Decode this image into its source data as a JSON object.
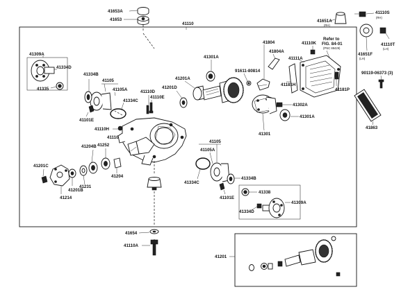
{
  "diagram": {
    "main_assembly_label": "41110",
    "main_assembly_flange_label": "41201",
    "refer_note": {
      "line1": "Refer to",
      "line2": "FIG. 84-01",
      "line3": "(PNC 88429)"
    },
    "parts": [
      {
        "id": "41653A",
        "label": "41653A"
      },
      {
        "id": "41653",
        "label": "41653"
      },
      {
        "id": "41651A",
        "label": "41651A",
        "sub": "(RH)"
      },
      {
        "id": "41110S",
        "label": "41110S",
        "sub": "(RH)"
      },
      {
        "id": "41110T",
        "label": "41110T",
        "sub": "(LH)"
      },
      {
        "id": "41651F",
        "label": "41651F",
        "sub": "(LH)"
      },
      {
        "id": "90119-06373",
        "label": "90119-06373 (3)"
      },
      {
        "id": "41863",
        "label": "41863"
      },
      {
        "id": "41309A",
        "label": "41309A"
      },
      {
        "id": "41334D",
        "label": "41334D"
      },
      {
        "id": "41335",
        "label": "41335"
      },
      {
        "id": "41334B",
        "label": "41334B"
      },
      {
        "id": "41105",
        "label": "41105"
      },
      {
        "id": "41105A",
        "label": "41105A"
      },
      {
        "id": "41334C",
        "label": "41334C"
      },
      {
        "id": "41101E",
        "label": "41101E"
      },
      {
        "id": "41110H",
        "label": "41110H"
      },
      {
        "id": "41110J",
        "label": "41110J"
      },
      {
        "id": "41110D",
        "label": "41110D"
      },
      {
        "id": "41110E",
        "label": "41110E"
      },
      {
        "id": "41201D",
        "label": "41201D"
      },
      {
        "id": "41201A",
        "label": "41201A"
      },
      {
        "id": "41301A",
        "label": "41301A"
      },
      {
        "id": "91611-80814",
        "label": "91611-80814"
      },
      {
        "id": "41804",
        "label": "41804"
      },
      {
        "id": "41804A",
        "label": "41804A"
      },
      {
        "id": "41110K",
        "label": "41110K"
      },
      {
        "id": "41111A",
        "label": "41111A"
      },
      {
        "id": "41181H",
        "label": "41181H"
      },
      {
        "id": "41181P",
        "label": "41181P"
      },
      {
        "id": "41302A",
        "label": "41302A"
      },
      {
        "id": "41301",
        "label": "41301"
      },
      {
        "id": "41201C",
        "label": "41201C"
      },
      {
        "id": "41201B",
        "label": "41201B"
      },
      {
        "id": "41204B",
        "label": "41204B"
      },
      {
        "id": "41252",
        "label": "41252"
      },
      {
        "id": "41214",
        "label": "41214"
      },
      {
        "id": "41231",
        "label": "41231"
      },
      {
        "id": "41204",
        "label": "41204"
      },
      {
        "id": "41334B_r",
        "label": "41334B"
      },
      {
        "id": "41334C_r",
        "label": "41334C"
      },
      {
        "id": "41105_r",
        "label": "41105"
      },
      {
        "id": "41105A_r",
        "label": "41105A"
      },
      {
        "id": "41101E_r",
        "label": "41101E"
      },
      {
        "id": "41338",
        "label": "41338"
      },
      {
        "id": "41334D_r",
        "label": "41334D"
      },
      {
        "id": "41309A_r",
        "label": "41309A"
      },
      {
        "id": "41654",
        "label": "41654"
      },
      {
        "id": "41110A",
        "label": "41110A"
      }
    ]
  }
}
